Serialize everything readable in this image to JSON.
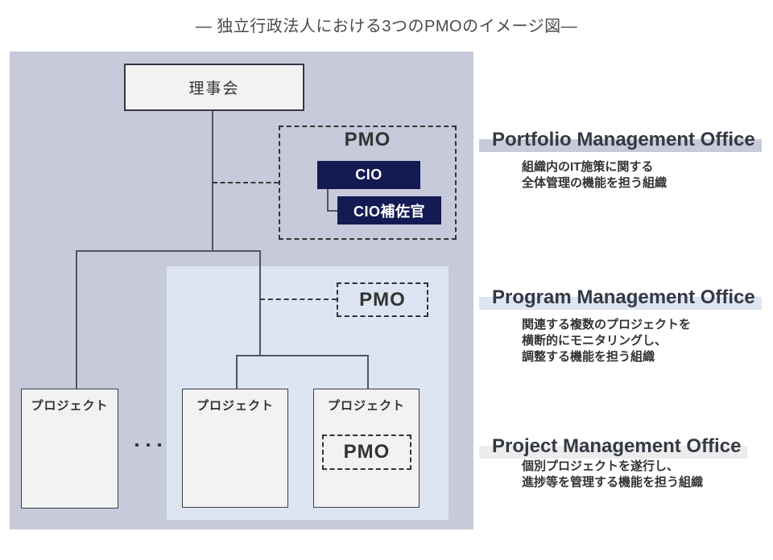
{
  "title": "― 独立行政法人における3つのPMOのイメージ図―",
  "colors": {
    "panel_bg": "#c7cada",
    "program_panel_bg": "#dce5f1",
    "node_bg": "#f2f2f3",
    "navy": "#141a54",
    "line": "#4f5563"
  },
  "org_chart": {
    "board_label": "理事会",
    "portfolio_pmo": {
      "label": "PMO",
      "cio_label": "CIO",
      "cio_aide_label": "CIO補佐官"
    },
    "program_pmo_label": "PMO",
    "project_labels": [
      "プロジェクト",
      "プロジェクト",
      "プロジェクト"
    ],
    "project_pmo_label": "PMO",
    "ellipsis": "・・・"
  },
  "sections": [
    {
      "heading": "Portfolio Management Office",
      "band_color": "#c7cada",
      "desc_lines": [
        "組織内のIT施策に関する",
        "全体管理の機能を担う組織"
      ]
    },
    {
      "heading": "Program Management Office",
      "band_color": "#dce5f1",
      "desc_lines": [
        "関連する複数のプロジェクトを",
        "横断的にモニタリングし、",
        "調整する機能を担う組織"
      ]
    },
    {
      "heading": "Project Management Office",
      "band_color": "#ececec",
      "desc_lines": [
        "個別プロジェクトを遂行し、",
        "進捗等を管理する機能を担う組織"
      ]
    }
  ]
}
